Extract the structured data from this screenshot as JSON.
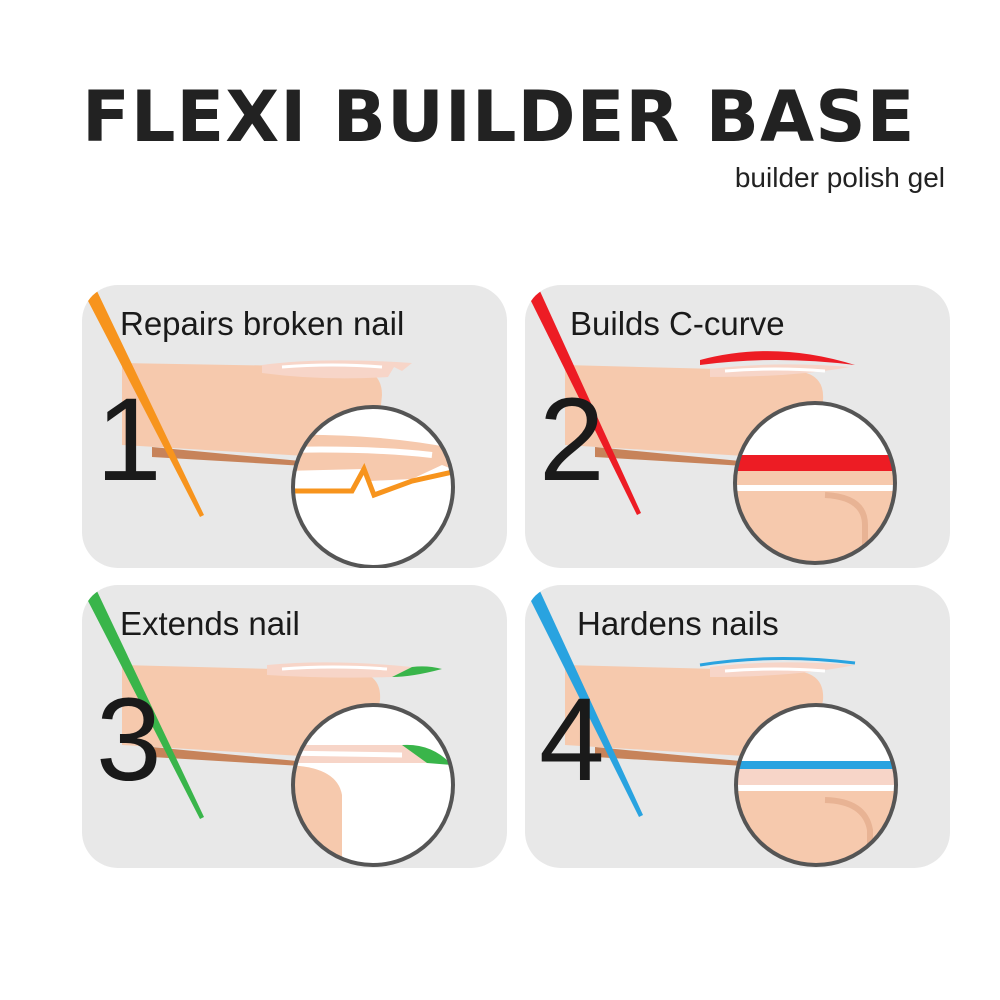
{
  "header": {
    "title": "FLEXI BUILDER BASE",
    "subtitle": "builder polish gel"
  },
  "cards": [
    {
      "number": "1",
      "label": "Repairs broken nail",
      "accent": "#f7941d"
    },
    {
      "number": "2",
      "label": "Builds C-curve",
      "accent": "#ed1c24"
    },
    {
      "number": "3",
      "label": "Extends nail",
      "accent": "#39b54a"
    },
    {
      "number": "4",
      "label": "Hardens nails",
      "accent": "#29a3e0"
    }
  ],
  "colors": {
    "skin": "#f6c9ad",
    "skin_shadow": "#c7835a",
    "nail": "#f7d5c8",
    "card_bg": "#e8e8e8",
    "text": "#1a1a1a"
  }
}
